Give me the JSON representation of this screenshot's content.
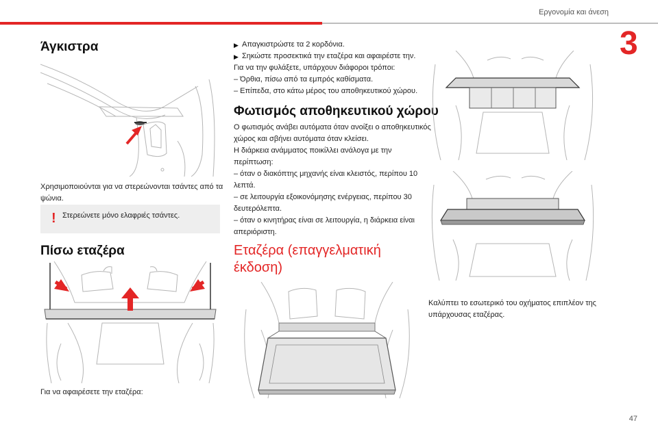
{
  "header": {
    "section_title": "Εργονομία και άνεση",
    "chapter_number": "3",
    "page_number": "47"
  },
  "left": {
    "hooks_heading": "Άγκιστρα",
    "hooks_text_1": "Χρησιμοποιούνται για να στερεώνονται τσάντες από τα",
    "hooks_text_2": "ψώνια.",
    "warning_text": "Στερεώνετε μόνο ελαφριές τσάντες.",
    "shelf_heading": "Πίσω εταζέρα",
    "shelf_remove_intro": "Για να αφαιρέσετε την εταζέρα:"
  },
  "middle": {
    "step_1": "Απαγκιστρώστε τα 2 κορδόνια.",
    "step_2": "Σηκώστε προσεκτικά την εταζέρα και αφαιρέστε την.",
    "storage_intro": "Για να την φυλάξετε, υπάρχουν διάφοροι τρόποι:",
    "option_1": "–  Όρθια, πίσω από τα εμπρός καθίσματα.",
    "option_2": "–  Επίπεδα, στο κάτω μέρος του αποθηκευτικού χώρου.",
    "lighting_heading": "Φωτισμός αποθηκευτικού χώρου",
    "lighting_1": "Ο φωτισμός ανάβει αυτόματα όταν ανοίξει ο αποθηκευτικός",
    "lighting_2": "χώρος και σβήνει αυτόματα όταν κλείσει.",
    "lighting_3": "Η διάρκεια ανάμματος ποικίλλει ανάλογα με την",
    "lighting_4": "περίπτωση:",
    "lighting_5": "–  όταν ο διακόπτης μηχανής είναι κλειστός, περίπου 10",
    "lighting_6": "λεπτά.",
    "lighting_7": "–  σε λειτουργία εξοικονόμησης ενέργειας, περίπου 30",
    "lighting_8": "δευτερόλεπτα.",
    "lighting_9": "–  όταν ο κινητήρας είναι σε λειτουργία, η διάρκεια είναι",
    "lighting_10": "απεριόριστη.",
    "pro_shelf_heading_1": "Εταζέρα (επαγγελματική",
    "pro_shelf_heading_2": "έκδοση)"
  },
  "right": {
    "caption_1": "Καλύπτει το εσωτερικό του οχήματος επιπλέον της",
    "caption_2": "υπάρχουσας εταζέρας."
  },
  "colors": {
    "accent": "#e32626",
    "warning_bg": "#eeeeee"
  },
  "icons": [
    "step-arrow-icon",
    "warning-exclamation-icon"
  ]
}
